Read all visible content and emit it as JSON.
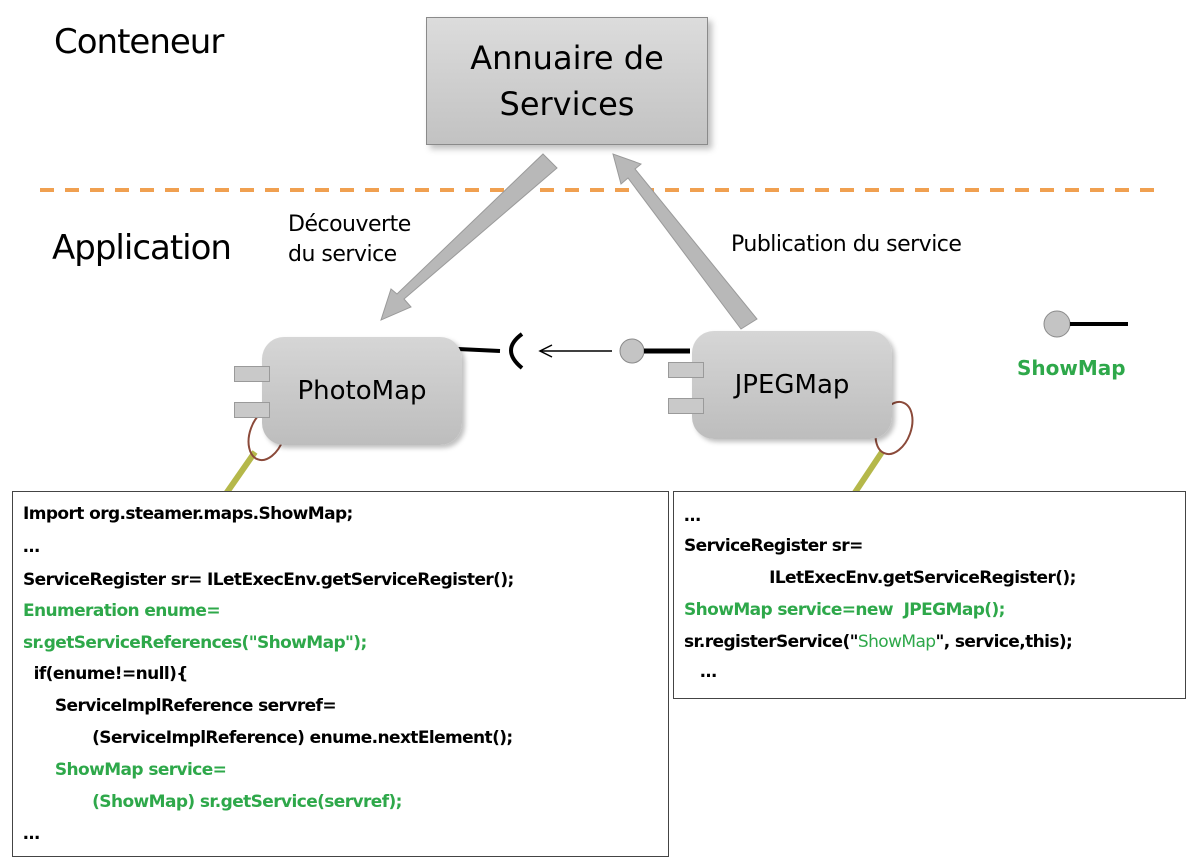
{
  "labels": {
    "conteneur": "Conteneur",
    "application": "Application",
    "annuaire_line1": "Annuaire de",
    "annuaire_line2": "Services",
    "decouverte_line1": "Découverte",
    "decouverte_line2": "du service",
    "publication": "Publication du service",
    "photomap": "PhotoMap",
    "jpegmap": "JPEGMap",
    "legend_showmap": "ShowMap"
  },
  "colors": {
    "separator": "#f0a050",
    "arrow": "#b3b3b3",
    "green": "#2ea84a",
    "magnifier_ring": "#8b4a3a",
    "magnifier_handle": "#b5b84a"
  },
  "code_left": {
    "lines": [
      {
        "text": "Import org.steamer.maps.ShowMap;",
        "green": false
      },
      {
        "text": "…",
        "green": false
      },
      {
        "text": "ServiceRegister sr= ILetExecEnv.getServiceRegister();",
        "green": false
      },
      {
        "text": "Enumeration enume=",
        "green": true
      },
      {
        "text": "sr.getServiceReferences(\"ShowMap\");",
        "green": true
      },
      {
        "text": "  if(enume!=null){",
        "green": false
      },
      {
        "text": "      ServiceImplReference servref=",
        "green": false
      },
      {
        "text": "             (ServiceImplReference) enume.nextElement();",
        "green": false
      },
      {
        "text": "      ShowMap service=",
        "green": true
      },
      {
        "text": "             (ShowMap) sr.getService(servref);",
        "green": true
      },
      {
        "text": "…",
        "green": false
      }
    ]
  },
  "code_right": {
    "line0": "…",
    "line1": "ServiceRegister sr=",
    "line2": "                ILetExecEnv.getServiceRegister();",
    "line3": "ShowMap service=new  JPEGMap();",
    "line4_pre": "sr.registerService(\"",
    "line4_green": "ShowMap",
    "line4_post": "\", service,this);",
    "line5": "   …"
  }
}
